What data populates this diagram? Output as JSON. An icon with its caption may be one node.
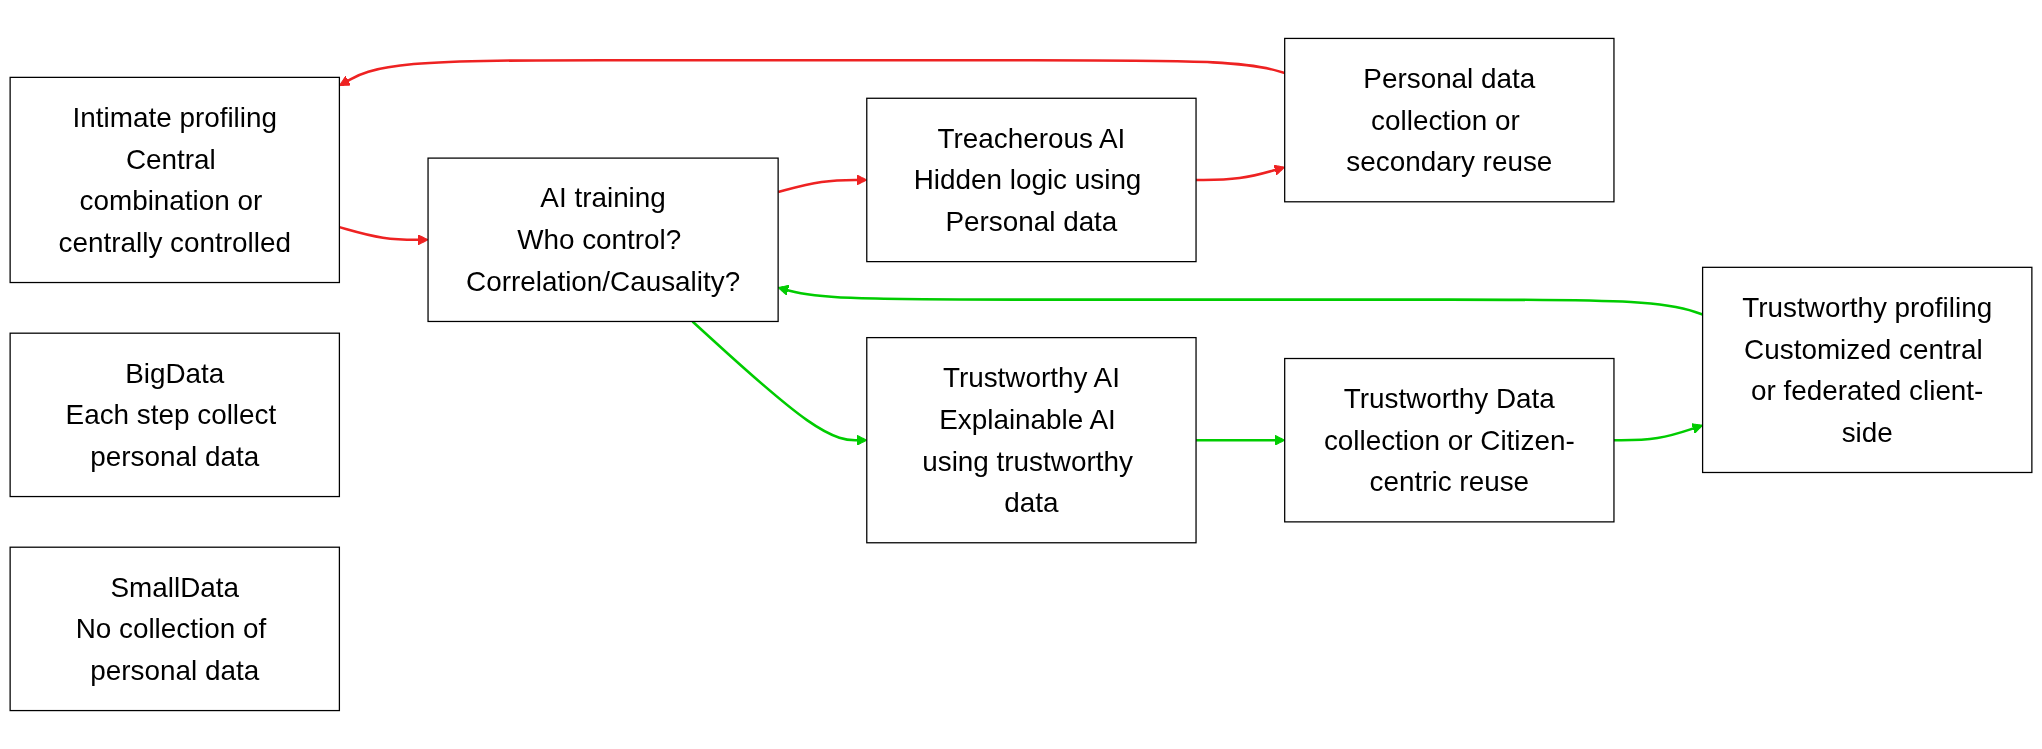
{
  "diagram": {
    "nodes": [
      {
        "text": [
          "Intimate profiling",
          "Central combination or centrally controlled"
        ]
      },
      {
        "text": [
          "Trustworthy profiling",
          "Customized central or federated client-side"
        ]
      },
      {
        "text": [
          "Personal data",
          "collection or secondary reuse"
        ]
      },
      {
        "text": [
          "BigData",
          "Each step collect personal data"
        ]
      },
      {
        "text": [
          "AI training",
          "Who control? Correlation/Causality?"
        ]
      },
      {
        "text": [
          "SmallData",
          "No collection of personal data"
        ]
      },
      {
        "text": [
          "Trustworthy Data",
          "collection or Citizen-centric reuse"
        ]
      },
      {
        "text": [
          "Treacherous AI",
          "Hidden logic using Personal data"
        ]
      },
      {
        "text": [
          "Trustworthy AI",
          "Explainable AI using trustworthy data"
        ]
      }
    ],
    "edges": [
      {
        "from": 2,
        "to": 0,
        "arrow": "to",
        "color": "#ee2222"
      },
      {
        "from": 0,
        "to": 4,
        "arrow": "to",
        "color": "#ee2222"
      },
      {
        "from": 4,
        "to": 7,
        "arrow": "to",
        "color": "#ee2222"
      },
      {
        "from": 7,
        "to": 2,
        "arrow": "to",
        "color": "#ee2222"
      },
      {
        "from": 6,
        "to": 1,
        "arrow": "to",
        "color": "#00cc00"
      },
      {
        "from": 1,
        "to": 4,
        "arrow": "to",
        "color": "#00cc00"
      },
      {
        "from": 4,
        "to": 8,
        "arrow": "to",
        "color": "#00cc00"
      },
      {
        "from": 8,
        "to": 6,
        "arrow": "to",
        "color": "#00cc00"
      }
    ]
  }
}
